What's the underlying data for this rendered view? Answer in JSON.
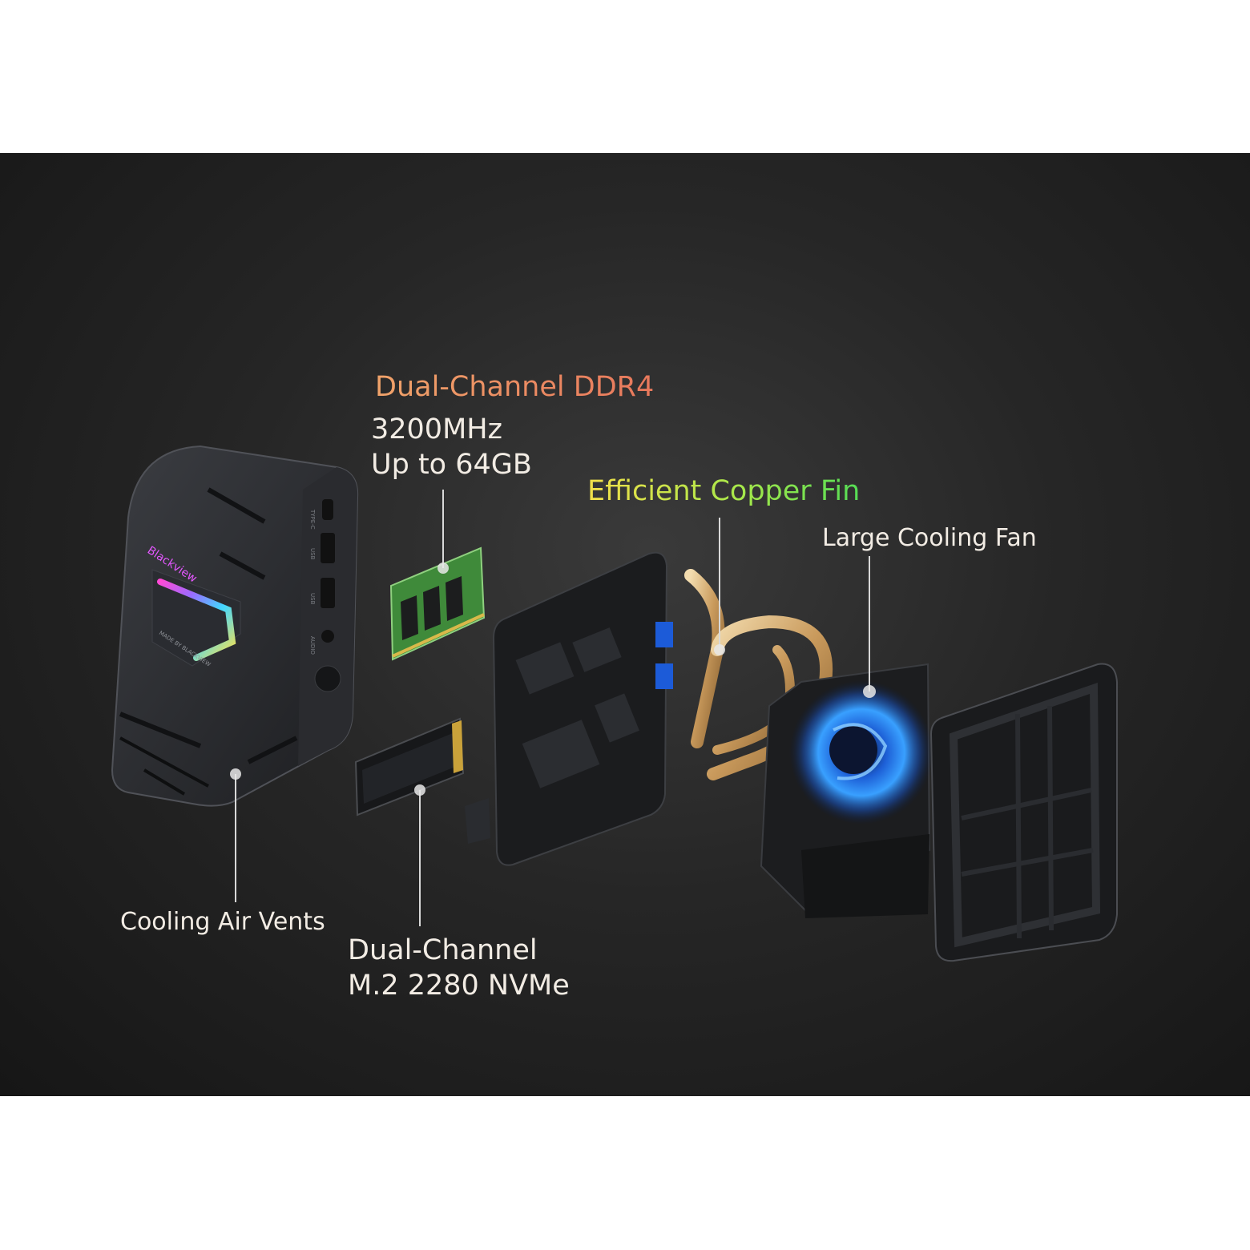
{
  "labels": {
    "ddr_title": "Dual-Channel DDR4",
    "ddr_speed": "3200MHz",
    "ddr_capacity": "Up to 64GB",
    "copper_fin": "Efficient Copper Fin",
    "cooling_fan": "Large Cooling Fan",
    "air_vents": "Cooling Air Vents",
    "nvme_line1": "Dual-Channel",
    "nvme_line2": "M.2 2280 NVMe"
  },
  "device": {
    "brand": "Blackview",
    "made_by": "MADE BY BLACKVIEW",
    "port_labels": [
      "TYPE-C",
      "USB",
      "USB",
      "AUDIO"
    ]
  },
  "colors": {
    "ddr_title_gradient": [
      "#f0a36a",
      "#e8785c"
    ],
    "copper_fin_gradient": [
      "#f3e04a",
      "#a8e84a",
      "#55dd55"
    ],
    "fan_glow": "#2f8cff",
    "copper": "#c9a46a"
  }
}
